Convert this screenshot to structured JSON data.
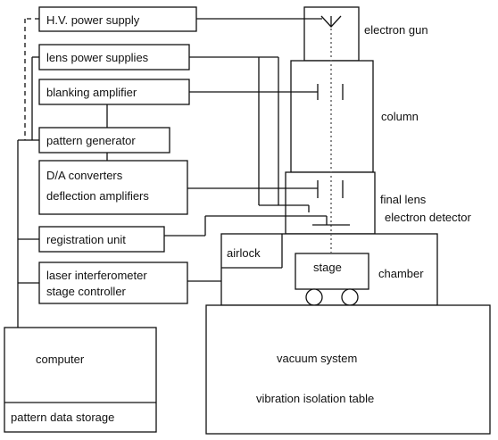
{
  "labels": {
    "hv_power_supply": "H.V. power supply",
    "lens_power_supplies": "lens power supplies",
    "blanking_amplifier": "blanking amplifier",
    "pattern_generator": "pattern generator",
    "da_converters": "D/A converters",
    "deflection_amplifiers": "deflection amplifiers",
    "registration_unit": "registration unit",
    "laser_interferometer": "laser interferometer",
    "stage_controller": "stage controller",
    "computer": "computer",
    "pattern_data_storage": "pattern data storage",
    "electron_gun": "electron gun",
    "column": "column",
    "final_lens": "final lens",
    "electron_detector": "electron detector",
    "airlock": "airlock",
    "stage": "stage",
    "chamber": "chamber",
    "vacuum_system": "vacuum system",
    "vibration_isolation_table": "vibration isolation table"
  }
}
